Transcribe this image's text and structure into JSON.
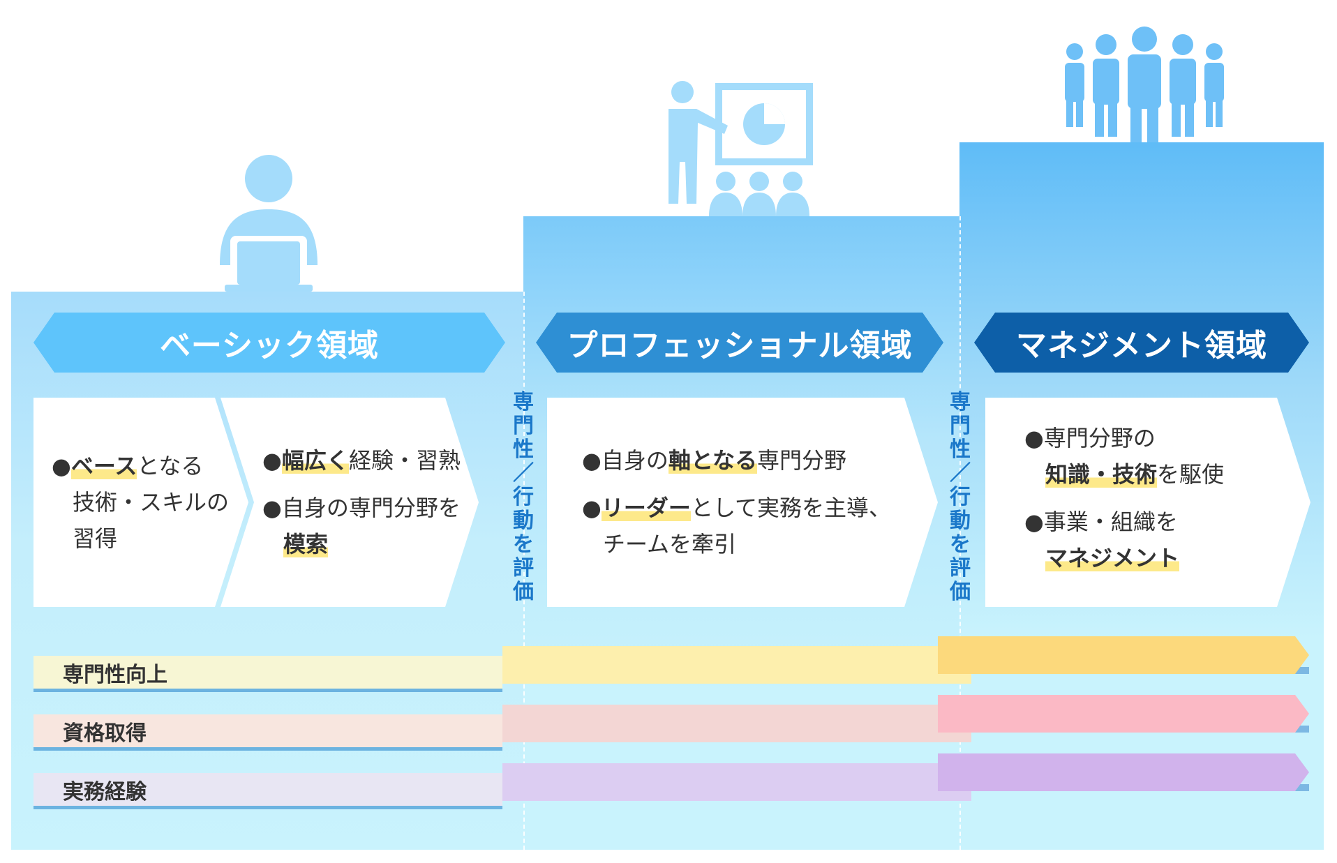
{
  "stages": [
    {
      "title": "ベーシック領域",
      "color": "#5ec4fb",
      "icon": "laptop-worker-icon",
      "card_a": {
        "lines": [
          {
            "bullet": "●",
            "highlight": "ベース",
            "text": "となる"
          },
          {
            "text": "技術・スキルの"
          },
          {
            "text": "習得"
          }
        ]
      },
      "card_b": {
        "lines": [
          {
            "bullet": "●",
            "highlight": "幅広く",
            "text": "経験・習熟"
          },
          {
            "bullet": "●",
            "text": "自身の専門分野を"
          },
          {
            "highlight": "模索"
          }
        ]
      }
    },
    {
      "title": "プロフェッショナル領域",
      "color": "#2e8fd4",
      "icon": "presenter-icon",
      "card": {
        "lines": [
          {
            "bullet": "●",
            "text_before": "自身の",
            "highlight": "軸となる",
            "text": "専門分野"
          },
          {
            "bullet": "●",
            "highlight": "リーダー",
            "text": "として実務を主導、"
          },
          {
            "text": "チームを牽引"
          }
        ]
      }
    },
    {
      "title": "マネジメント領域",
      "color": "#0d5fa8",
      "icon": "team-icon",
      "card": {
        "lines": [
          {
            "bullet": "●",
            "text": "専門分野の"
          },
          {
            "highlight": "知識・技術",
            "text": "を駆使"
          },
          {
            "bullet": "●",
            "text": "事業・組織を"
          },
          {
            "highlight": "マネジメント"
          }
        ]
      }
    }
  ],
  "evaluation_note": [
    "専",
    "門",
    "性",
    "／",
    "行",
    "動",
    "を",
    "評",
    "価"
  ],
  "tracks": [
    {
      "label": "専門性向上",
      "colors": [
        "#f7f6d4",
        "#fdefad",
        "#fcd97c"
      ]
    },
    {
      "label": "資格取得",
      "colors": [
        "#f8e6df",
        "#f3d6d4",
        "#fbb9c5"
      ]
    },
    {
      "label": "実務経験",
      "colors": [
        "#e8e6f3",
        "#dccdf2",
        "#d1b3ec"
      ]
    }
  ],
  "colors": {
    "highlight": "#fde98a",
    "eval_text": "#1a77c9"
  }
}
